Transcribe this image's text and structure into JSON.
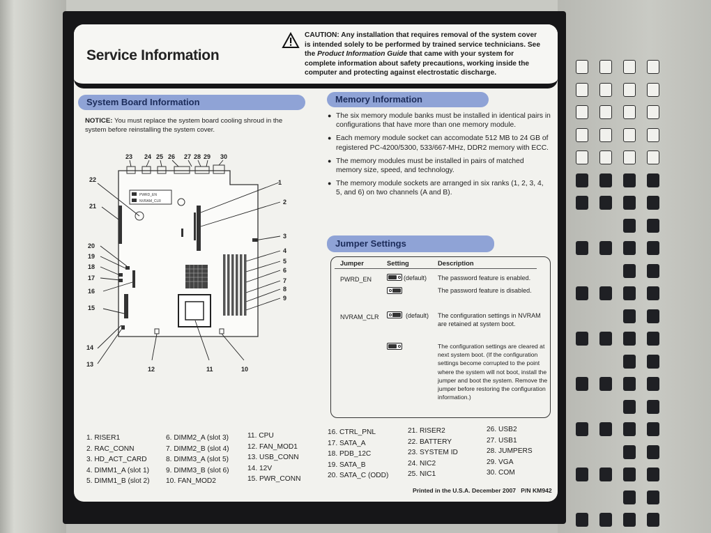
{
  "header": {
    "title": "Service Information",
    "caution_lead": "CAUTION:",
    "caution_text_1": "Any installation that requires removal of the system cover",
    "caution_text_2": "is intended solely to be performed by trained service technicians. See",
    "caution_text_3a": "the",
    "caution_text_3i": "Product Information Guide",
    "caution_text_3b": "that came with your system for",
    "caution_text_4": "complete information about safety precautions, working inside the",
    "caution_text_5": "computer and protecting against electrostatic discharge."
  },
  "board": {
    "heading": "System Board Information",
    "notice_label": "NOTICE:",
    "notice_line1": "You must replace the system board cooling  shroud in the",
    "notice_line2": "system before reinstalling the system cover.",
    "jumper_label_1": "PWRD_EN",
    "jumper_label_2": "NVRAM_CLR",
    "callouts": [
      "1",
      "2",
      "3",
      "4",
      "5",
      "6",
      "7",
      "8",
      "9",
      "10",
      "11",
      "12",
      "13",
      "14",
      "15",
      "16",
      "17",
      "18",
      "19",
      "20",
      "21",
      "22",
      "23",
      "24",
      "25",
      "26",
      "27",
      "28",
      "29",
      "30"
    ]
  },
  "memory": {
    "heading": "Memory Information",
    "bullets": [
      "The six memory module banks must be installed in identical pairs in configurations that have more than one memory module.",
      "Each memory module socket can accomodate 512 MB to 24 GB of registered PC-4200/5300, 533/667-MHz, DDR2 memory with ECC.",
      "The memory modules must be installed in pairs of matched memory size, speed, and technology.",
      "The memory module sockets are arranged in six ranks (1, 2, 3, 4, 5, and 6) on two channels (A and B)."
    ]
  },
  "jumpers": {
    "heading": "Jumper Settings",
    "col_jumper": "Jumper",
    "col_setting": "Setting",
    "col_description": "Description",
    "rows": [
      {
        "jumper": "PWRD_EN",
        "setting": "(default)",
        "description": "The password feature is enabled."
      },
      {
        "jumper": "",
        "setting": "",
        "description": "The password feature is disabled."
      },
      {
        "jumper": "NVRAM_CLR",
        "setting": "(default)",
        "description": "The configuration settings in NVRAM are retained at system boot."
      },
      {
        "jumper": "",
        "setting": "",
        "description": "The configuration settings are cleared at next system boot. (If the configuration settings become corrupted to the point where the system will not boot, install the jumper and boot the system. Remove the jumper before restoring the configuration information.)"
      }
    ]
  },
  "legend": {
    "col1": [
      "1. RISER1",
      "2. RAC_CONN",
      "3. HD_ACT_CARD",
      "4. DIMM1_A (slot 1)",
      "5. DIMM1_B (slot 2)"
    ],
    "col2": [
      "6. DIMM2_A (slot 3)",
      "7. DIMM2_B (slot 4)",
      "8. DIMM3_A (slot 5)",
      "9. DIMM3_B (slot 6)",
      "10. FAN_MOD2"
    ],
    "col3": [
      "11. CPU",
      "12. FAN_MOD1",
      "13. USB_CONN",
      "14. 12V",
      "15. PWR_CONN"
    ],
    "col4": [
      "16. CTRL_PNL",
      "17. SATA_A",
      "18. PDB_12C",
      "19. SATA_B",
      "20. SATA_C (ODD)"
    ],
    "col5": [
      "21. RISER2",
      "22. BATTERY",
      "23. SYSTEM ID",
      "24. NIC2",
      "25. NIC1"
    ],
    "col6": [
      "26. USB2",
      "27. USB1",
      "28. JUMPERS",
      "29. VGA",
      "30. COM"
    ]
  },
  "footer": {
    "printed": "Printed in the U.S.A. December 2007",
    "part_number": "P/N KM942"
  },
  "colors": {
    "section_bar": "#8fa3d6",
    "section_text": "#1c2c5a",
    "panel": "#161618",
    "sheet": "#f2f2ee"
  }
}
